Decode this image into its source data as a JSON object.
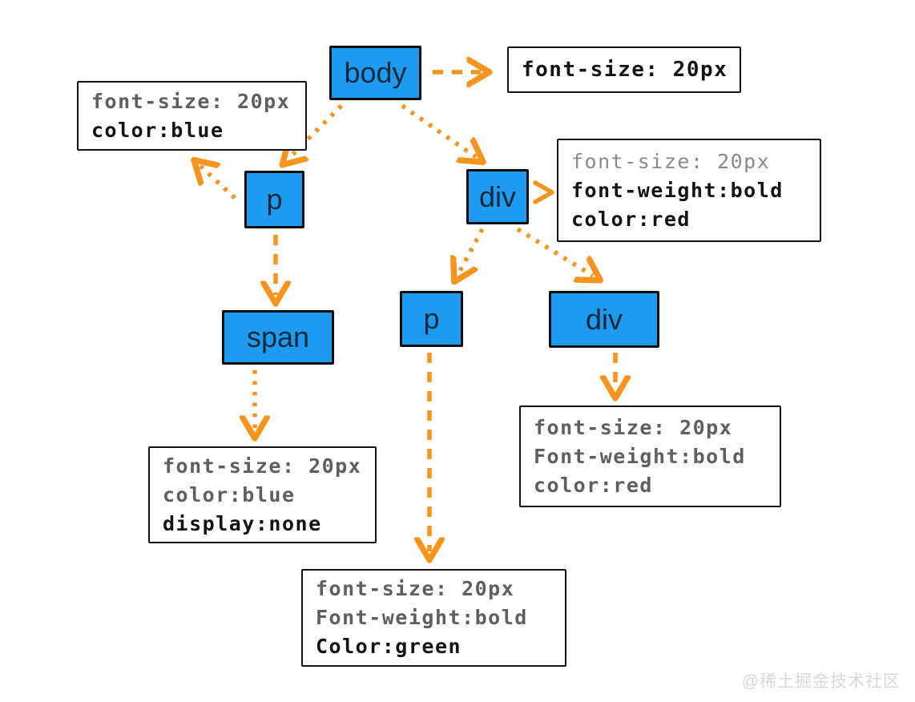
{
  "diagram": {
    "title_hint": "CSS inheritance DOM tree",
    "nodes": {
      "body": {
        "label": "body"
      },
      "p1": {
        "label": "p"
      },
      "div1": {
        "label": "div"
      },
      "span1": {
        "label": "span"
      },
      "p2": {
        "label": "p"
      },
      "div2": {
        "label": "div"
      }
    },
    "style_boxes": {
      "body_box": {
        "lines": [
          {
            "text": "font-size: 20px",
            "style": "own"
          }
        ]
      },
      "p1_box": {
        "lines": [
          {
            "text": "font-size: 20px",
            "style": "inherited"
          },
          {
            "text": "color:blue",
            "style": "own"
          }
        ]
      },
      "div1_box": {
        "lines": [
          {
            "text": "font-size: 20px",
            "style": "faint"
          },
          {
            "text": "font-weight:bold",
            "style": "own"
          },
          {
            "text": "color:red",
            "style": "own"
          }
        ]
      },
      "span1_box": {
        "lines": [
          {
            "text": "font-size: 20px",
            "style": "inherited"
          },
          {
            "text": "color:blue",
            "style": "inherited"
          },
          {
            "text": "display:none",
            "style": "own"
          }
        ]
      },
      "p2_box": {
        "lines": [
          {
            "text": "font-size: 20px",
            "style": "inherited"
          },
          {
            "text": "Font-weight:bold",
            "style": "inherited"
          },
          {
            "text": "Color:green",
            "style": "own"
          }
        ]
      },
      "div2_box": {
        "lines": [
          {
            "text": "font-size: 20px",
            "style": "inherited"
          },
          {
            "text": "Font-weight:bold",
            "style": "inherited"
          },
          {
            "text": "color:red",
            "style": "inherited"
          }
        ]
      }
    },
    "edges": [
      {
        "from": "body",
        "to": "body_box",
        "line": "dashed"
      },
      {
        "from": "body",
        "to": "p1",
        "line": "dotted"
      },
      {
        "from": "body",
        "to": "div1",
        "line": "dotted"
      },
      {
        "from": "p1",
        "to": "p1_box",
        "line": "dotted"
      },
      {
        "from": "div1",
        "to": "div1_box",
        "line": "arrowhead-only"
      },
      {
        "from": "p1",
        "to": "span1",
        "line": "dashed"
      },
      {
        "from": "span1",
        "to": "span1_box",
        "line": "dotted"
      },
      {
        "from": "div1",
        "to": "p2",
        "line": "dotted"
      },
      {
        "from": "div1",
        "to": "div2",
        "line": "dotted"
      },
      {
        "from": "p2",
        "to": "p2_box",
        "line": "dashed"
      },
      {
        "from": "div2",
        "to": "div2_box",
        "line": "dashed"
      }
    ],
    "colors": {
      "node_fill": "#1e9bf0",
      "node_border": "#0d0d0d",
      "arrow": "#f7941e",
      "own_rule_text": "#141414",
      "inherited_rule_text": "#5f5f5f",
      "background": "#ffffff"
    }
  },
  "watermark": "@稀土掘金技术社区"
}
